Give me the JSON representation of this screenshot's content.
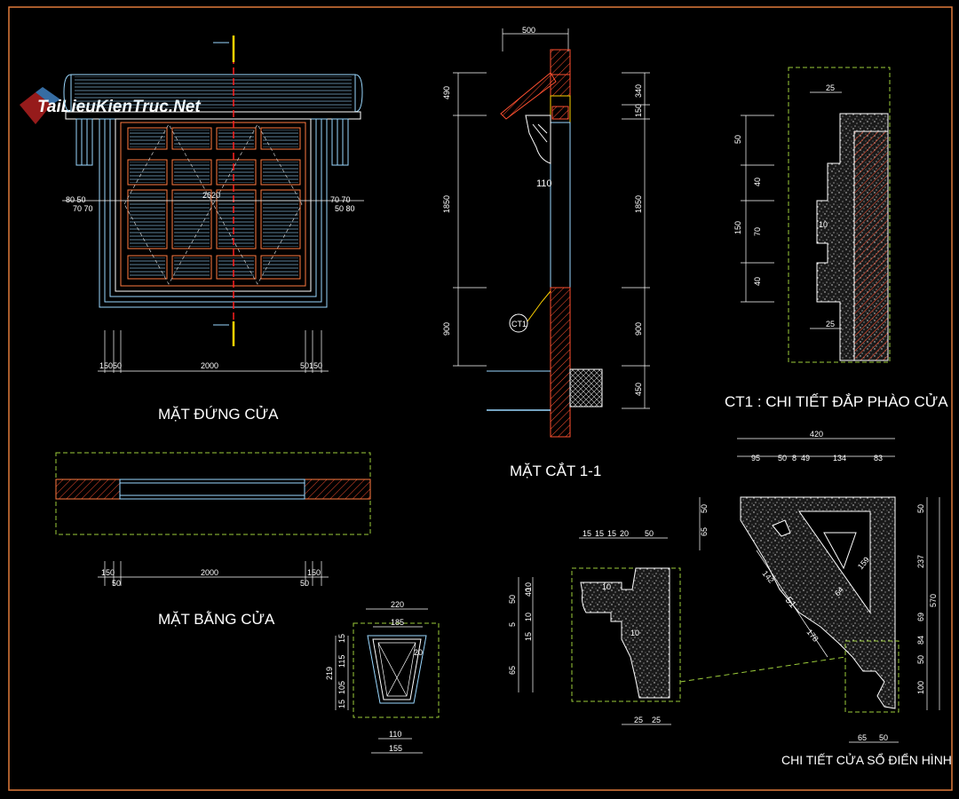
{
  "watermark": "TaiLieuKienTruc.Net",
  "titles": {
    "elevation": "MẶT ĐỨNG CỬA",
    "plan": "MẶT BẰNG CỬA",
    "section": "MẶT CẮT 1-1",
    "ct1": "CT1 : CHI TIẾT ĐẮP PHÀO CỬA",
    "typical": "CHI TIẾT CỬA SỔ ĐIỂN HÌNH"
  },
  "callout": "CT1",
  "elevation_dims": {
    "overall": "2620",
    "left_a": "80 50",
    "left_b": "70 70",
    "right_a": "70 70",
    "right_b": "50 80",
    "bottom": "2000",
    "bottom_left": "15050",
    "bottom_right": "50150"
  },
  "plan_dims": {
    "center": "2000",
    "left": "150",
    "left_sub": "50",
    "right": "150",
    "right_sub": "50"
  },
  "section_dims": {
    "top": "500",
    "thickness": "110",
    "left": [
      "490",
      "1850",
      "900"
    ],
    "right": [
      "340",
      "150",
      "1850",
      "900",
      "450"
    ]
  },
  "ct1_dims": {
    "top": "25",
    "bottom": "25",
    "inner": "10",
    "left": [
      "50",
      "40",
      "150",
      "70",
      "40"
    ]
  },
  "keystone_dims": {
    "top1": "220",
    "top2": "185",
    "bottom1": "110",
    "bottom2": "155",
    "left_outer": "219",
    "left": [
      "15",
      "115",
      "105",
      "15"
    ],
    "inner": "20"
  },
  "profile_dims": {
    "top": [
      "15",
      "15",
      "15",
      "20",
      "50"
    ],
    "left_outer": [
      "50",
      "5",
      "65"
    ],
    "left_inner": [
      "40",
      "10",
      "10",
      "15"
    ],
    "inner": [
      "10",
      "10"
    ],
    "bottom": [
      "25",
      "25"
    ]
  },
  "bracket_dims": {
    "overall": "420",
    "top": [
      "95",
      "50",
      "8",
      "49",
      "134",
      "83"
    ],
    "left": [
      "50",
      "65"
    ],
    "right": [
      "50",
      "237",
      "570",
      "69",
      "84",
      "50",
      "100"
    ],
    "diag": [
      "142",
      "51",
      "64",
      "159",
      "178"
    ],
    "bottom": [
      "65",
      "50"
    ]
  },
  "colors": {
    "background": "#000000",
    "line_white": "#ffffff",
    "line_cyan": "#9ad8ff",
    "hatch_red": "#ff5030",
    "detail_green": "#9ccc3a",
    "axis_red": "#ff2020",
    "axis_yellow": "#ffd200",
    "border_orange": "#e07a3a"
  }
}
